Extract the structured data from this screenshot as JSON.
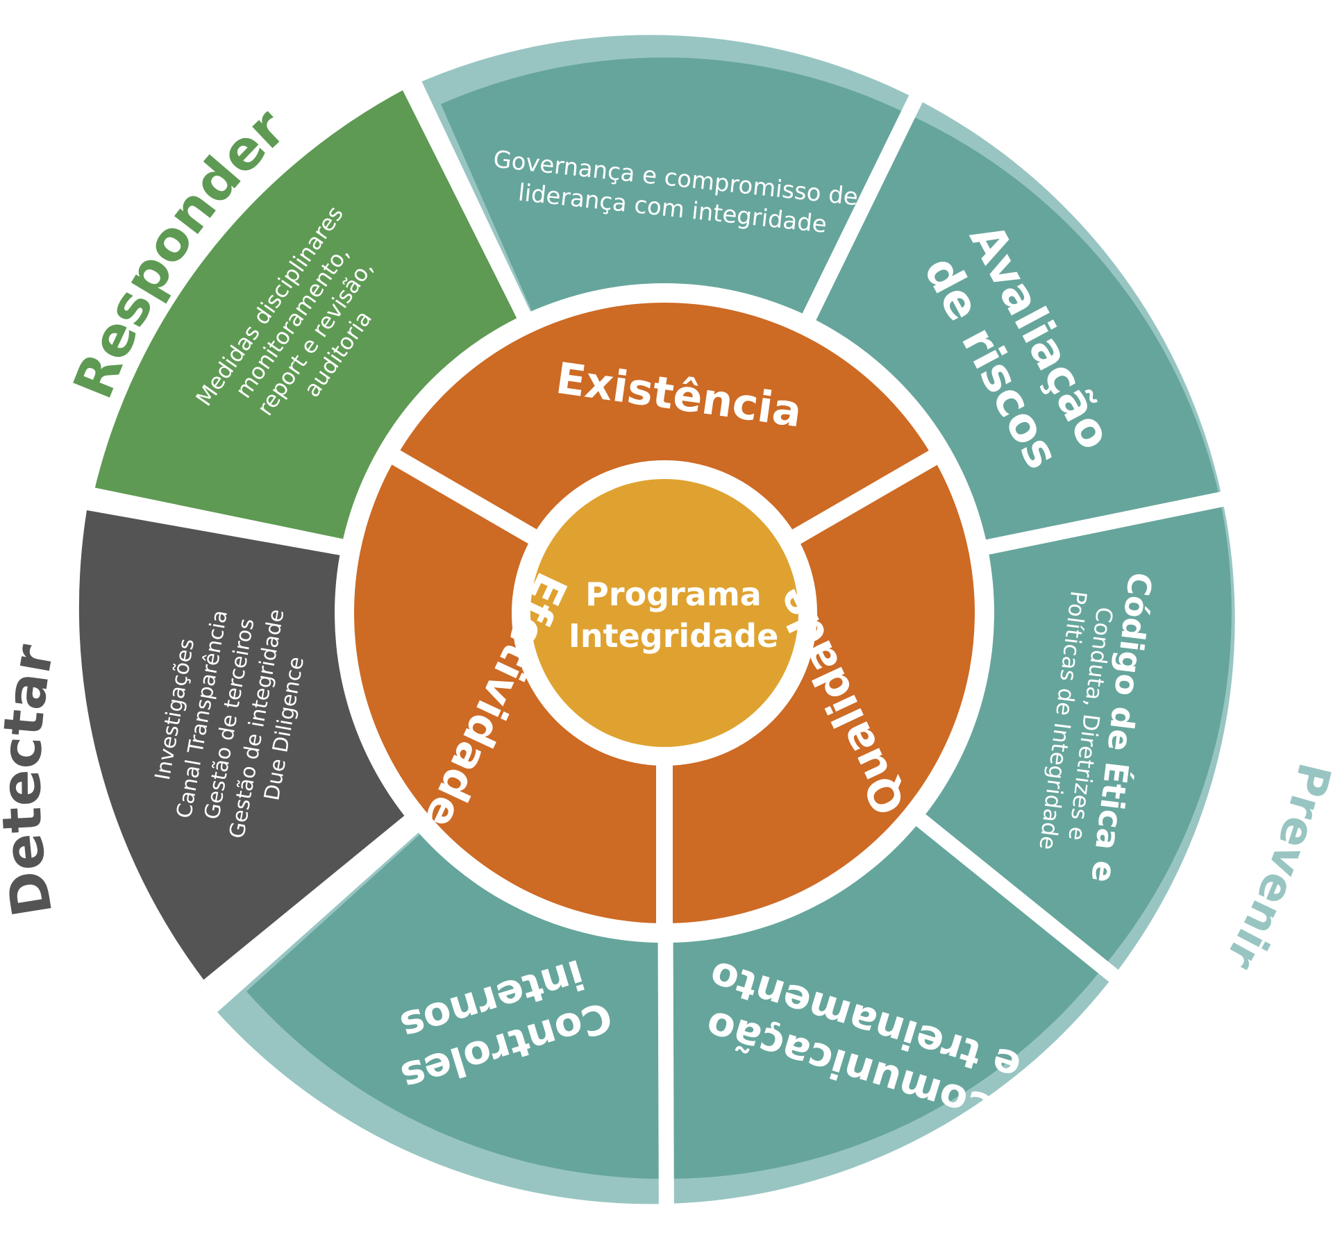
{
  "center": {
    "lines": [
      "Programa",
      "Integridade"
    ]
  },
  "inner_ring": {
    "existencia": "Existência",
    "qualidade": "Qualidade",
    "efetividade": "Efetividade"
  },
  "outer_ring": {
    "governanca": [
      "Governança e compromisso de",
      "liderança com integridade"
    ],
    "avaliacao": [
      "Avaliação",
      "de riscos"
    ],
    "codigo": [
      "Código de Ética e",
      "Conduta, Diretrizes e",
      "Políticas de Integridade"
    ],
    "comunicacao": [
      "Comunicação",
      "e treinamento"
    ],
    "controles": [
      "Controles",
      "internos"
    ],
    "detectar_items": [
      "Investigações",
      "Canal Transparência",
      "Gestão de terceiros",
      "Gestão de integridade",
      "Due Diligence"
    ],
    "responder_items": [
      "Medidas disciplinares",
      "monitoramento,",
      "report e revisão,",
      "auditoria"
    ]
  },
  "phases": {
    "prevenir": "Prevenir",
    "detectar": "Detectar",
    "responder": "Responder"
  },
  "colors": {
    "teal": "#66a59c",
    "teal_light": "#98c5c2",
    "green": "#5e9a53",
    "gray": "#545454",
    "orange": "#cd6a24",
    "gold": "#dfa231",
    "white": "#ffffff"
  }
}
